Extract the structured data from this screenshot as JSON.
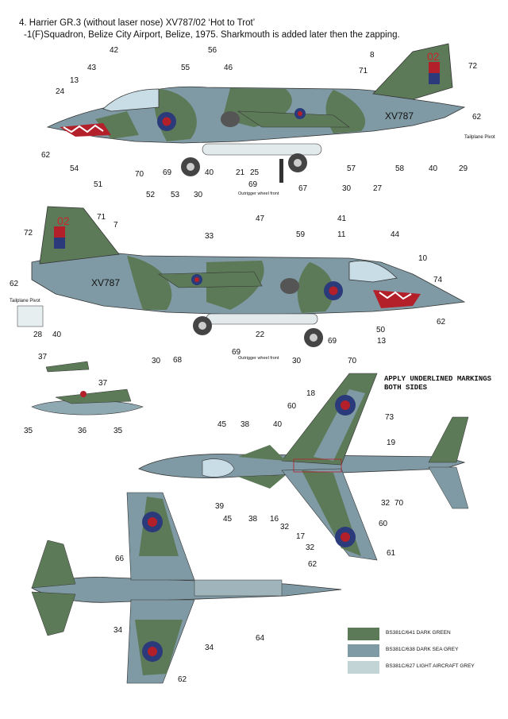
{
  "header": {
    "line1": "4. Harrier GR.3 (without laser nose) XV787/02 ‘Hot to Trot’",
    "line2": "-1(F)Squadron, Belize City Airport, Belize, 1975. Sharkmouth is added later then the zapping."
  },
  "note": {
    "line1": "APPLY UNDERLINED MARKINGS",
    "line2": "BOTH SIDES"
  },
  "serial": "XV787",
  "code": "02",
  "captions": {
    "tailplane_pivot": "Tailplane Pivot",
    "outrigger_front": "Outrigger wheel front"
  },
  "colors": {
    "dark_green": "#5d7a58",
    "dark_sea_grey": "#7f9aa4",
    "light_aircraft_grey": "#c3d4d7",
    "roundel_blue": "#2b3a7a",
    "roundel_red": "#b3202a",
    "code_red": "#c8262c"
  },
  "legend": [
    {
      "label": "BS381C/641 DARK GREEN",
      "color": "#5d7a58"
    },
    {
      "label": "BS381C/638 DARK SEA GREY",
      "color": "#7f9aa4"
    },
    {
      "label": "BS381C/627 LIGHT AIRCRAFT GREY",
      "color": "#c3d4d7"
    }
  ],
  "callouts_side1": [
    "42",
    "43",
    "13",
    "24",
    "56",
    "55",
    "46",
    "8",
    "71",
    "72",
    "62",
    "62",
    "54",
    "51",
    "70",
    "69",
    "52",
    "53",
    "30",
    "40",
    "21",
    "25",
    "69",
    "67",
    "30",
    "57",
    "58",
    "40",
    "29",
    "27"
  ],
  "callouts_side2": [
    "72",
    "62",
    "71",
    "7",
    "33",
    "47",
    "59",
    "41",
    "11",
    "44",
    "10",
    "74",
    "28",
    "40",
    "30",
    "68",
    "69",
    "22",
    "30",
    "69",
    "70",
    "13",
    "50",
    "62"
  ],
  "callouts_top": [
    "37",
    "37",
    "35",
    "36",
    "35",
    "18",
    "60",
    "40",
    "45",
    "38",
    "73",
    "19",
    "39",
    "45",
    "38",
    "16",
    "32",
    "17",
    "32",
    "32",
    "70",
    "60",
    "61",
    "62"
  ],
  "callouts_bottom": [
    "66",
    "34",
    "34",
    "64",
    "62"
  ]
}
